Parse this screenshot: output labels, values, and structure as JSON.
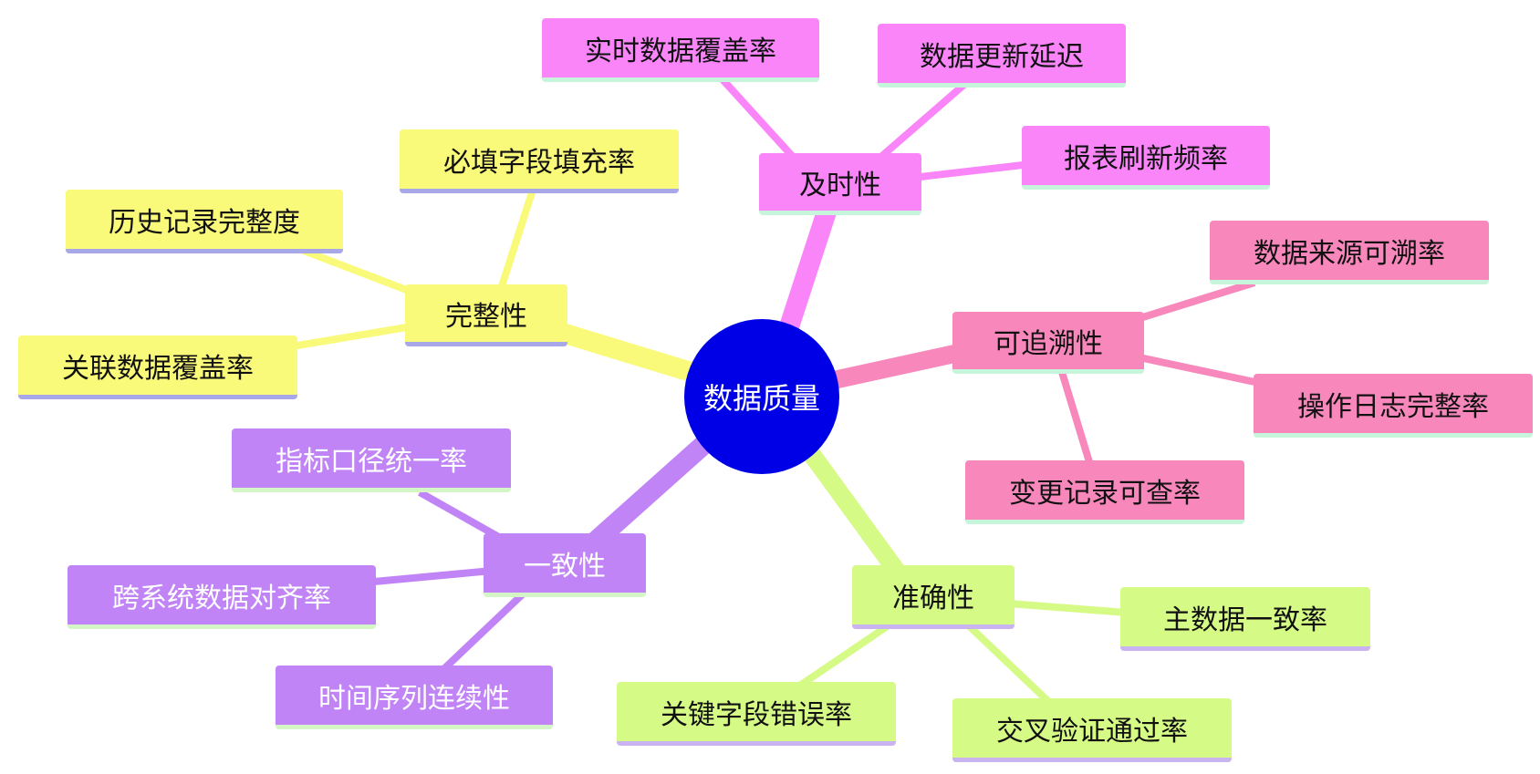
{
  "center": "数据质量",
  "branches": {
    "timeliness": {
      "label": "及时性",
      "color": "#f985f9",
      "items": [
        "实时数据覆盖率",
        "数据更新延迟",
        "报表刷新频率"
      ]
    },
    "completeness": {
      "label": "完整性",
      "color": "#fafa7a",
      "items": [
        "必填字段填充率",
        "历史记录完整度",
        "关联数据覆盖率"
      ]
    },
    "traceability": {
      "label": "可追溯性",
      "color": "#f887bb",
      "items": [
        "数据来源可溯率",
        "操作日志完整率",
        "变更记录可查率"
      ]
    },
    "consistency": {
      "label": "一致性",
      "color": "#c184f6",
      "items": [
        "指标口径统一率",
        "跨系统数据对齐率",
        "时间序列连续性"
      ]
    },
    "accuracy": {
      "label": "准确性",
      "color": "#d6fa86",
      "items": [
        "主数据一致率",
        "关键字段错误率",
        "交叉验证通过率"
      ]
    }
  }
}
